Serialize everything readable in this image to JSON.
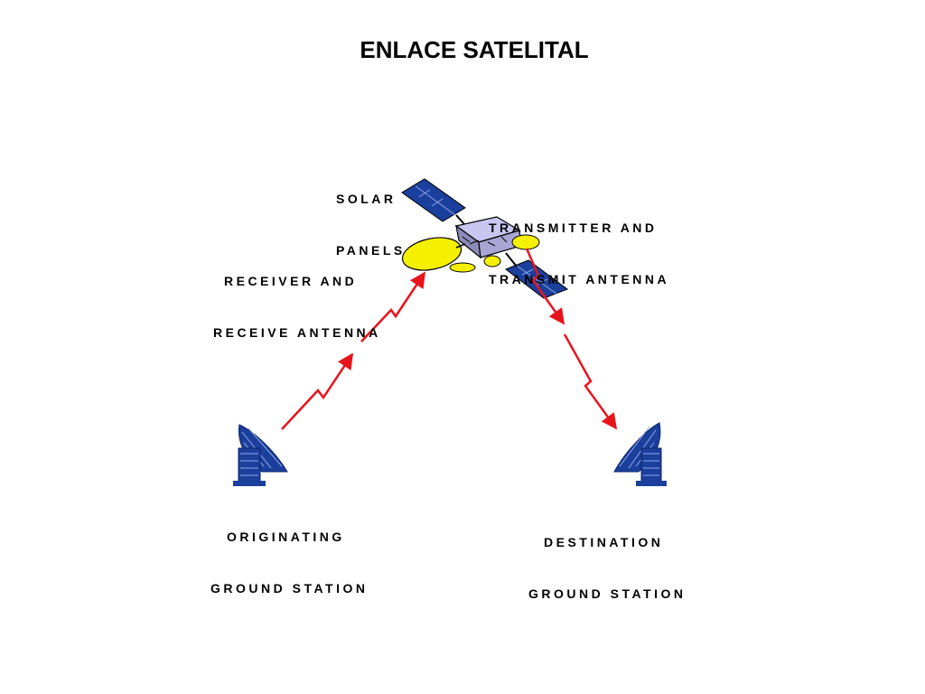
{
  "title": "ENLACE SATELITAL",
  "labels": {
    "solar_panels": [
      "SOLAR",
      "PANELS"
    ],
    "transmitter": [
      "TRANSMITTER AND",
      "TRANSMIT ANTENNA"
    ],
    "receiver": [
      "RECEIVER AND",
      "RECEIVE ANTENNA"
    ],
    "originating": [
      "ORIGINATING",
      "GROUND STATION"
    ],
    "destination": [
      "DESTINATION",
      "GROUND STATION"
    ]
  },
  "colors": {
    "signal": "#e8141c",
    "dish": "#1b3f9c",
    "antenna": "#f5f000",
    "panel": "#1b3f9c"
  },
  "icons": {
    "satellite": "satellite-icon",
    "ground_station": "satellite-dish-icon"
  }
}
